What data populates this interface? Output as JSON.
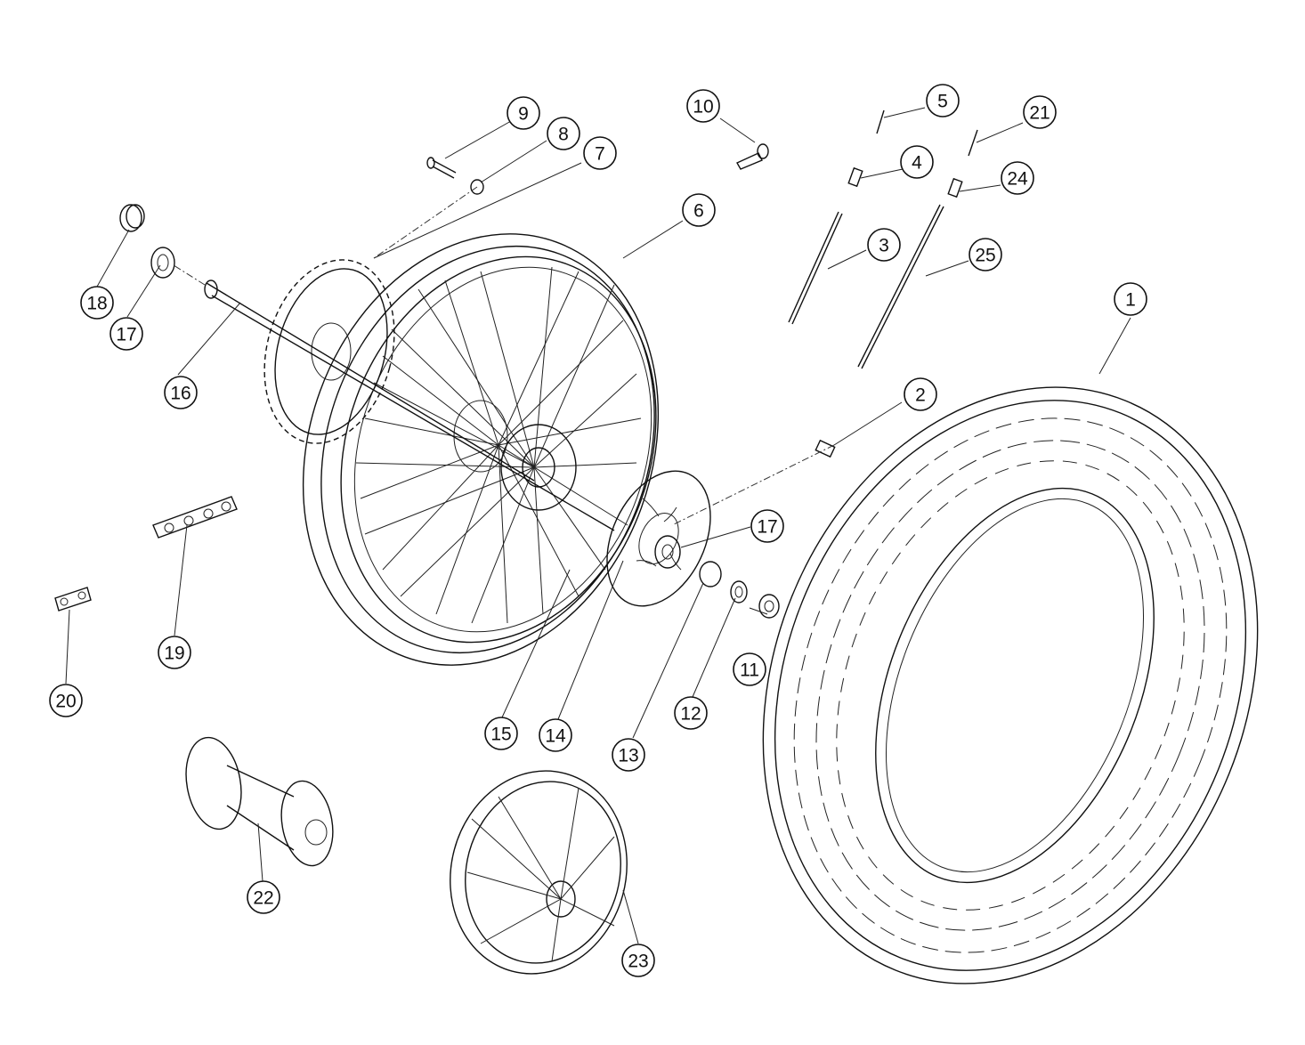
{
  "callouts": [
    {
      "number": "1"
    },
    {
      "number": "2"
    },
    {
      "number": "3"
    },
    {
      "number": "4"
    },
    {
      "number": "5"
    },
    {
      "number": "6"
    },
    {
      "number": "7"
    },
    {
      "number": "8"
    },
    {
      "number": "9"
    },
    {
      "number": "10"
    },
    {
      "number": "11"
    },
    {
      "number": "12"
    },
    {
      "number": "13"
    },
    {
      "number": "14"
    },
    {
      "number": "15"
    },
    {
      "number": "16"
    },
    {
      "number": "17"
    },
    {
      "number": "17"
    },
    {
      "number": "18"
    },
    {
      "number": "19"
    },
    {
      "number": "20"
    },
    {
      "number": "21"
    },
    {
      "number": "22"
    },
    {
      "number": "23"
    },
    {
      "number": "24"
    },
    {
      "number": "25"
    }
  ]
}
